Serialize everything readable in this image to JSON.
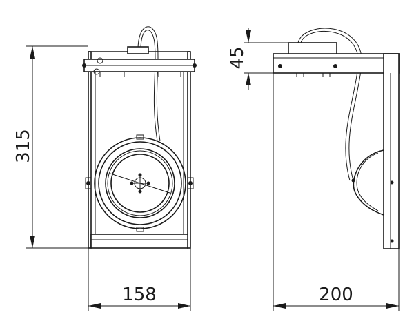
{
  "drawing": {
    "front_view": {
      "height_dimension": "315",
      "width_dimension": "158"
    },
    "side_view": {
      "arm_height_dimension": "45",
      "depth_dimension": "200"
    },
    "colors": {
      "line": "#1a1a1a",
      "background": "#ffffff"
    }
  }
}
